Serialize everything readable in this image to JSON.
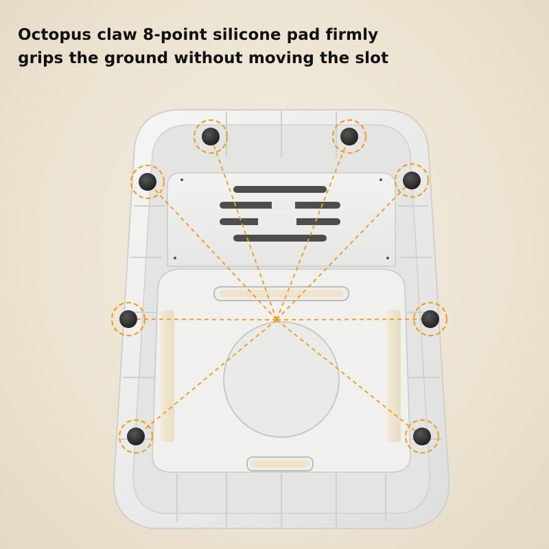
{
  "headline": {
    "line1": "Octopus claw 8-point silicone pad firmly",
    "line2": "grips the ground without moving the slot"
  },
  "product": {
    "subject": "litter-box-base-underside",
    "pad_count": 8,
    "accent_color": "#f0a020",
    "pad_color": "#2c2c2c",
    "body_color": "#e9e9e7"
  }
}
